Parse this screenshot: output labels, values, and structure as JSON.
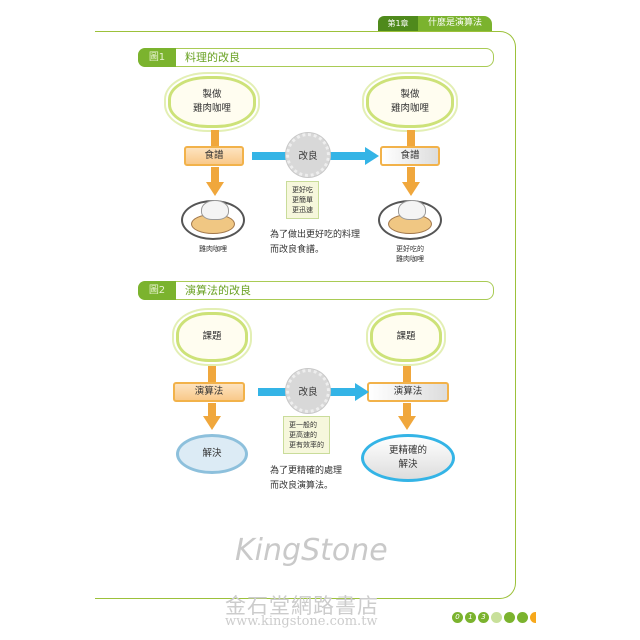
{
  "header": {
    "chapter": "第1章",
    "chapter_title": "什麼是演算法"
  },
  "fig1": {
    "num": "圖1",
    "title": "料理的改良",
    "cloud_left": "製做\n雞肉咖哩",
    "cloud_right": "製做\n雞肉咖哩",
    "recipe_left": "食譜",
    "recipe_right": "食譜",
    "improve": "改良",
    "note": "更好吃\n更簡單\n更迅速",
    "caption_left": "雞肉咖哩",
    "caption_right": "更好吃的\n雞肉咖哩",
    "description": "為了做出更好吃的料理\n而改良食譜。"
  },
  "fig2": {
    "num": "圖2",
    "title": "演算法的改良",
    "cloud_left": "課題",
    "cloud_right": "課題",
    "box_left": "演算法",
    "box_right": "演算法",
    "improve": "改良",
    "note": "更一般的\n更高速的\n更有效率的",
    "result_left": "解決",
    "result_right": "更精確的\n解決",
    "description": "為了更精確的處理\n而改良演算法。"
  },
  "watermark": {
    "brand": "KingStone",
    "name": "金石堂網路書店",
    "url": "www.kingstone.com.tw"
  },
  "page_number": [
    "0",
    "1",
    "3"
  ]
}
